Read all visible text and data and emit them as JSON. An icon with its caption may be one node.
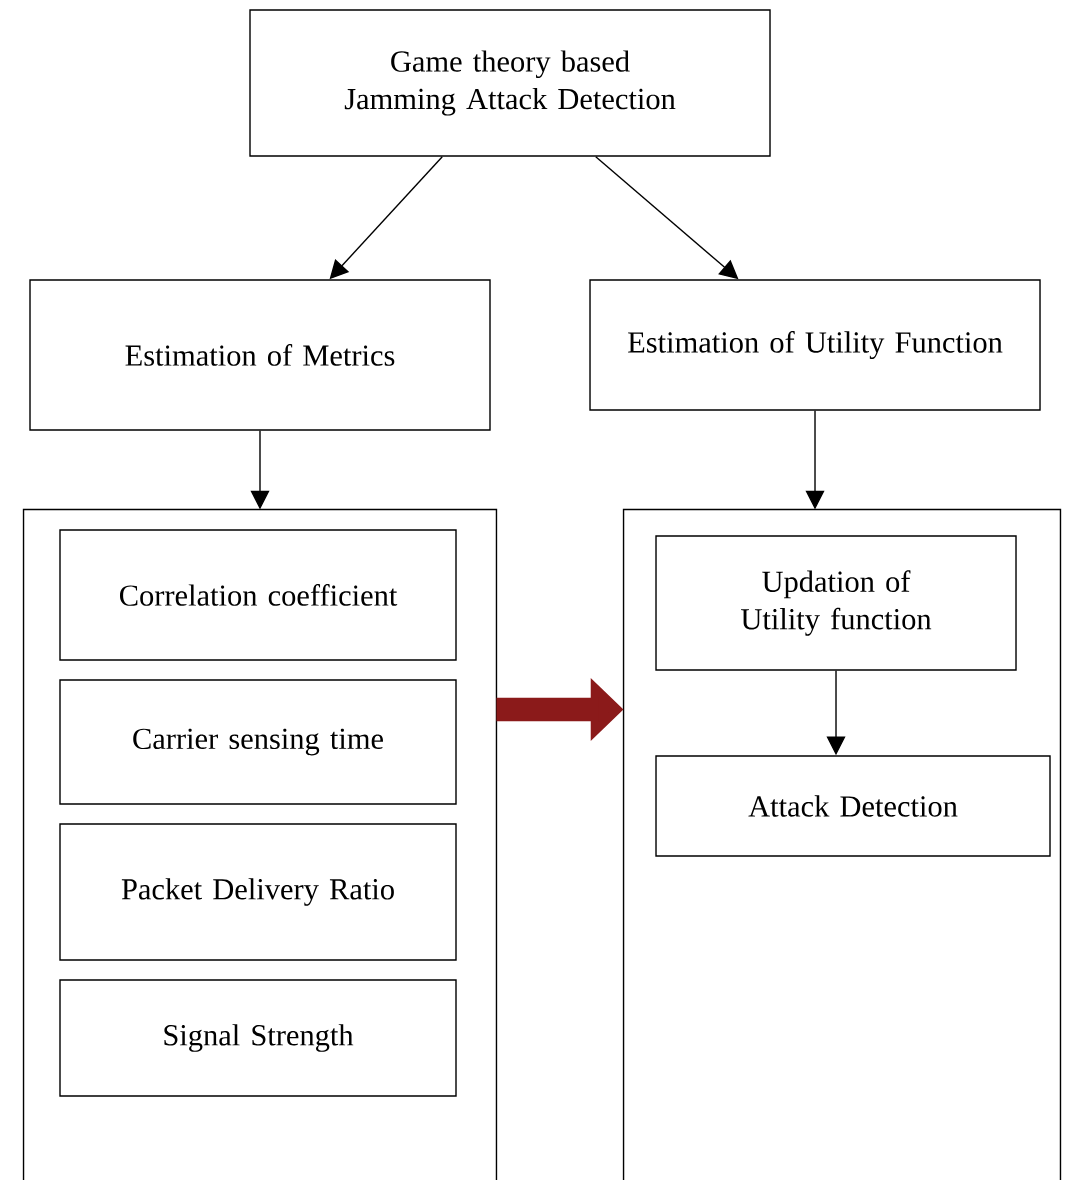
{
  "diagram": {
    "nodes": [
      {
        "text": [
          "Game theory based Jamming Attack Detection"
        ]
      },
      {
        "text": [
          "Estimation of Metrics"
        ]
      },
      {
        "text": [
          "Estimation of Utility Function"
        ]
      },
      {
        "text": [],
        "shape": "box"
      },
      {
        "text": [
          "Correlation coefficient"
        ],
        "in": 3
      },
      {
        "text": [
          "Carrier sensing time"
        ],
        "in": 3
      },
      {
        "text": [
          "Packet Delivery Ratio"
        ],
        "in": 3
      },
      {
        "text": [
          "Signal Strength"
        ],
        "in": 3
      },
      {
        "text": [],
        "shape": "box"
      },
      {
        "text": [
          "Updation of Utility function"
        ],
        "in": 8
      },
      {
        "text": [
          "Attack Detection"
        ],
        "in": 8
      }
    ],
    "edges": [
      {
        "from": 0,
        "to": 1,
        "arrow": "to"
      },
      {
        "from": 0,
        "to": 2,
        "arrow": "to"
      },
      {
        "from": 1,
        "to": 3,
        "arrow": "to"
      },
      {
        "from": 2,
        "to": 8,
        "arrow": "to"
      },
      {
        "from": 3,
        "to": 8,
        "arrow": "to",
        "style": "thick",
        "color": "#8b1a1a"
      },
      {
        "from": 9,
        "to": 10,
        "arrow": "to"
      }
    ]
  }
}
